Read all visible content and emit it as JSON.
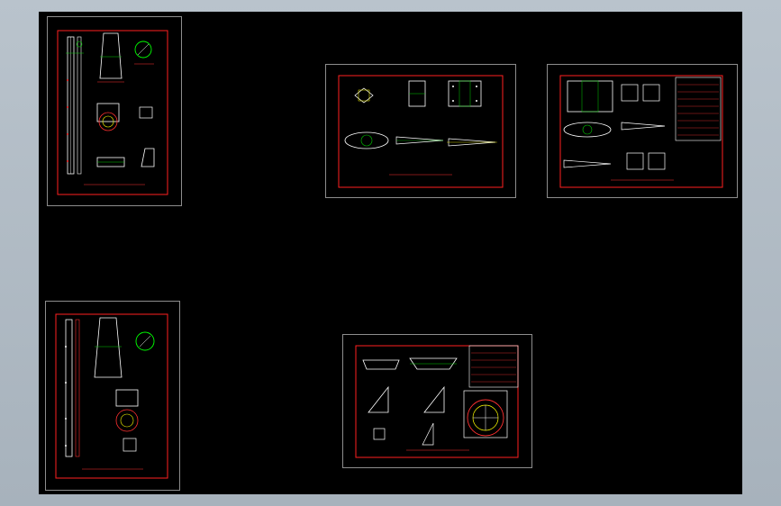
{
  "app": {
    "title": ""
  },
  "colors": {
    "background": "#b4bec8",
    "canvas": "#000000",
    "sheet_border": "#8d8d8d",
    "frame": "#ff1f1f",
    "line": "#ffffff",
    "dimension": "#00c853",
    "text": "#ff2a2a"
  },
  "sheets": [
    {
      "id": "sheet-1"
    },
    {
      "id": "sheet-2"
    },
    {
      "id": "sheet-3"
    },
    {
      "id": "sheet-4"
    },
    {
      "id": "sheet-5"
    }
  ]
}
